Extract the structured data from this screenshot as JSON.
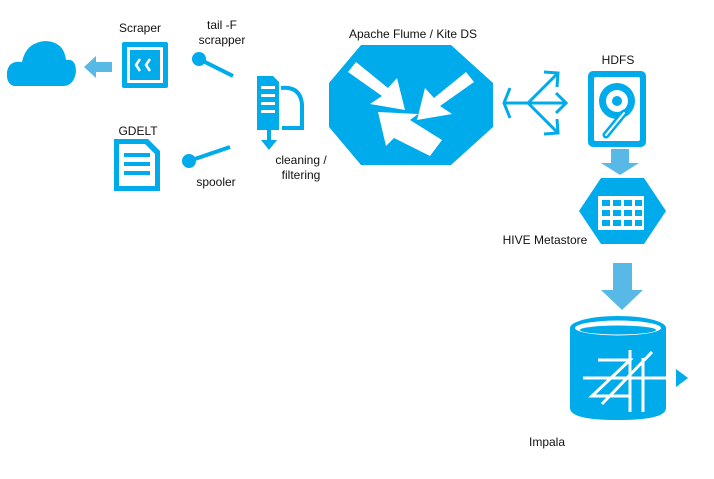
{
  "colors": {
    "primary": "#00abec",
    "arrow": "#59b9e6",
    "background": "#ffffff",
    "text": "#111111"
  },
  "labels": {
    "scraper": "Scraper",
    "tail": "tail -F\nscrapper",
    "gdelt": "GDELT",
    "spooler": "spooler",
    "cleaning": "cleaning /\nfiltering",
    "flume": "Apache Flume / Kite DS",
    "hdfs": "HDFS",
    "hive": "HIVE Metastore",
    "impala": "Impala"
  },
  "icons": {
    "cloud": "cloud-icon",
    "scraper": "remote-connect-icon",
    "gdelt": "document-icon",
    "tail_source": "source-connector-icon",
    "spooler_source": "source-connector-icon",
    "cleaning": "filter-process-icon",
    "flume": "flume-hexagon-icon",
    "sink_fanout": "fanout-icon",
    "hdfs": "hard-disk-icon",
    "hive": "table-grid-hexagon-icon",
    "impala": "database-icon"
  }
}
